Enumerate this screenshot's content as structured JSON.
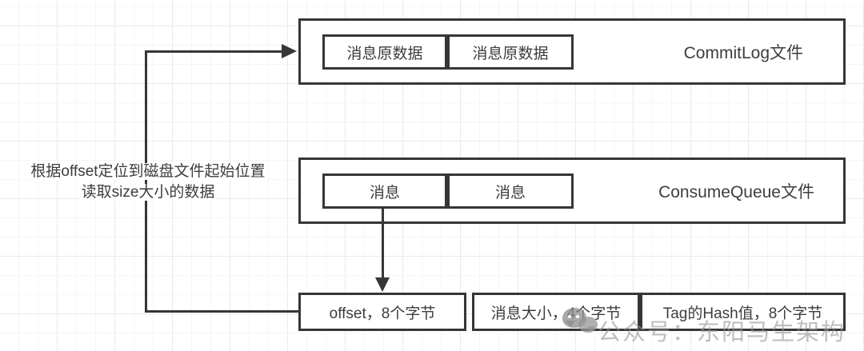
{
  "diagram": {
    "commitlog": {
      "label": "CommitLog文件",
      "cells": [
        "消息原数据",
        "消息原数据"
      ]
    },
    "consumequeue": {
      "label": "ConsumeQueue文件",
      "cells": [
        "消息",
        "消息"
      ]
    },
    "index_record": {
      "cells": [
        "offset，8个字节",
        "消息大小，4个字节",
        "Tag的Hash值，8个字节"
      ]
    },
    "annotation": {
      "line1": "根据offset定位到磁盘文件起始位置",
      "line2": "读取size大小的数据"
    },
    "watermark": {
      "icon": "wechat-icon",
      "text": "公众号：东阳马生架构"
    },
    "colors": {
      "border": "#363636",
      "text": "#3d3d3d",
      "watermark": "#969696",
      "grid_minor": "#f5f5f5",
      "grid_major": "#e9e9e9",
      "background": "#ffffff"
    }
  }
}
